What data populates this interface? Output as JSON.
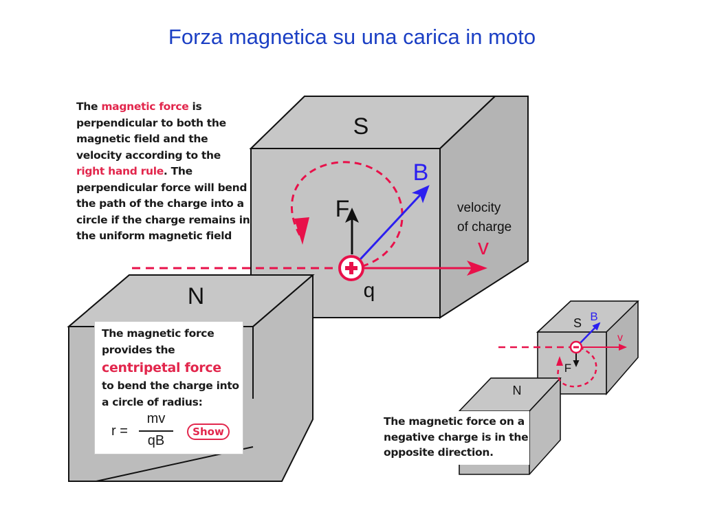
{
  "title": "Forza magnetica su una carica in moto",
  "main_caption": {
    "part1": "The ",
    "highlight1": "magnetic force",
    "part2": " is perpendicular to both the magnetic field and the velocity according to the ",
    "highlight2": "right hand rule",
    "part3": ". The perpendicular force will bend the path of the charge into a circle if the charge remains in the uniform magnetic field"
  },
  "magnet_labels": {
    "south": "S",
    "north": "N",
    "small_south": "S",
    "small_north": "N"
  },
  "vector_labels": {
    "force": "F",
    "field": "B",
    "velocity": "v",
    "charge": "q",
    "velocity_desc_line1": "velocity",
    "velocity_desc_line2": "of charge",
    "small_force": "F",
    "small_field": "B",
    "small_velocity": "v"
  },
  "centripetal_box": {
    "line1": "The magnetic force",
    "line2": "provides the",
    "highlight": "centripetal force",
    "line3": "to bend the charge into",
    "line4": "a circle of radius:",
    "formula_lhs": "r =",
    "formula_num": "mv",
    "formula_den": "qB",
    "show_label": "Show"
  },
  "negative_caption": "The magnetic force on a negative charge is in the opposite direction.",
  "colors": {
    "title": "#1b3fc4",
    "highlight": "#e2264c",
    "field_arrow": "#2b1ff0",
    "magnet_face": "#c2c2c2"
  }
}
